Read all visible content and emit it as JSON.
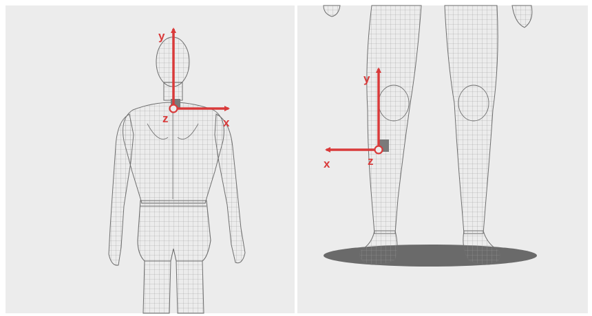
{
  "colors": {
    "background": "#ececec",
    "frame": "#ffffff",
    "mesh_fill": "#f4f4f4",
    "mesh_line": "#9a9a9a",
    "mesh_outline": "#6e6e6e",
    "axis": "#d93a3a",
    "sensor_patch": "#7a7a7a",
    "shadow": "#6a6a6a"
  },
  "left_panel": {
    "figure": "back-view-human-mesh",
    "sensor_location": "upper-back",
    "axes": {
      "y_label": "y",
      "x_label": "x",
      "z_label": "z",
      "x_direction": "right"
    }
  },
  "right_panel": {
    "figure": "front-view-legs-mesh",
    "sensor_location": "shin",
    "axes": {
      "y_label": "y",
      "x_label": "x",
      "z_label": "z",
      "x_direction": "left"
    }
  }
}
